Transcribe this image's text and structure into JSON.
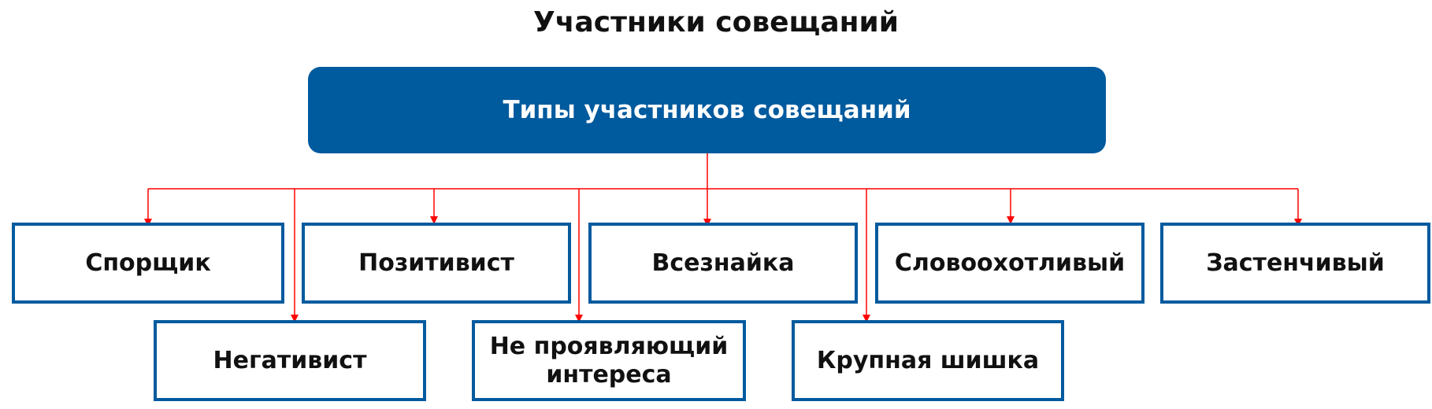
{
  "title": "Участники совещаний",
  "root": {
    "label": "Типы участников совещаний"
  },
  "types": [
    {
      "label": "Спорщик"
    },
    {
      "label": "Негативист"
    },
    {
      "label": "Позитивист"
    },
    {
      "label": "Не проявляющий интереса"
    },
    {
      "label": "Всезнайка"
    },
    {
      "label": "Крупная шишка"
    },
    {
      "label": "Словоохотливый"
    },
    {
      "label": "Застенчивый"
    }
  ],
  "colors": {
    "box": "#005a9e",
    "connector": "#ff0000",
    "text": "#111111"
  }
}
